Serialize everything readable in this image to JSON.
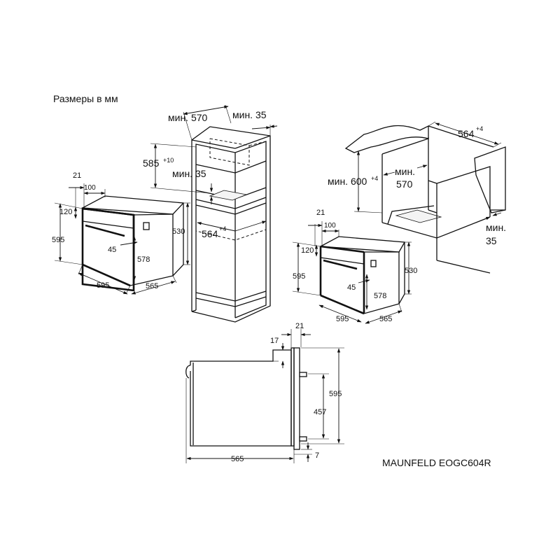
{
  "header": {
    "units_note": "Размеры в мм"
  },
  "model": "MAUNFELD EOGC604R",
  "oven_left": {
    "d21": "21",
    "d100": "100",
    "d120": "120",
    "d595h": "595",
    "d530": "530",
    "d45": "45",
    "d578": "578",
    "d595w": "595",
    "d565": "565"
  },
  "tall_cabinet": {
    "min570": "мин. 570",
    "min35top": "мин. 35",
    "h585": "585",
    "h585_tol": "+10",
    "min35mid": "мин. 35",
    "w564": "564",
    "w564_tol": "+4"
  },
  "undercounter": {
    "w564": "564",
    "w564_tol": "+4",
    "min600": "мин. 600",
    "min600_tol": "+4",
    "min570_a": "мин.",
    "min570_b": "570",
    "min35_a": "мин.",
    "min35_b": "35"
  },
  "oven_right": {
    "d21": "21",
    "d100": "100",
    "d120": "120",
    "d595h": "595",
    "d530": "530",
    "d45": "45",
    "d578": "578",
    "d595w": "595",
    "d565": "565"
  },
  "side_view": {
    "d21": "21",
    "d17": "17",
    "d595": "595",
    "d457": "457",
    "d565": "565",
    "d7": "7"
  }
}
